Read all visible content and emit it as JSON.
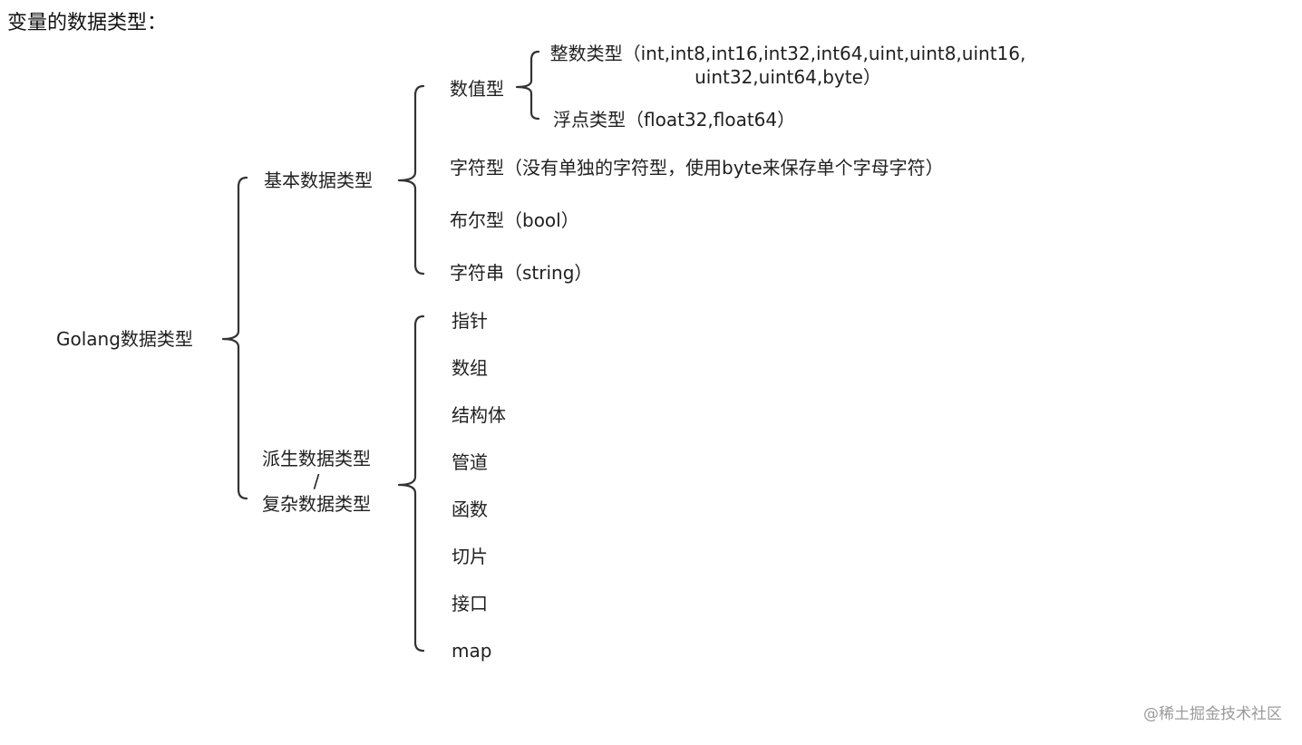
{
  "heading": "变量的数据类型：",
  "root": "Golang数据类型",
  "basic": {
    "label": "基本数据类型",
    "numeric": {
      "label": "数值型",
      "integer_line1": "整数类型（int,int8,int16,int32,int64,uint,uint8,uint16,",
      "integer_line2": "uint32,uint64,byte）",
      "float": "浮点类型（float32,float64）"
    },
    "char": "字符型（没有单独的字符型，使用byte来保存单个字母字符）",
    "bool": "布尔型（bool）",
    "string": "字符串（string）"
  },
  "derived": {
    "label_line1": "派生数据类型",
    "label_sep": "/",
    "label_line2": "复杂数据类型",
    "items": [
      "指针",
      "数组",
      "结构体",
      "管道",
      "函数",
      "切片",
      "接口",
      "map"
    ]
  },
  "watermark": "@稀土掘金技术社区"
}
